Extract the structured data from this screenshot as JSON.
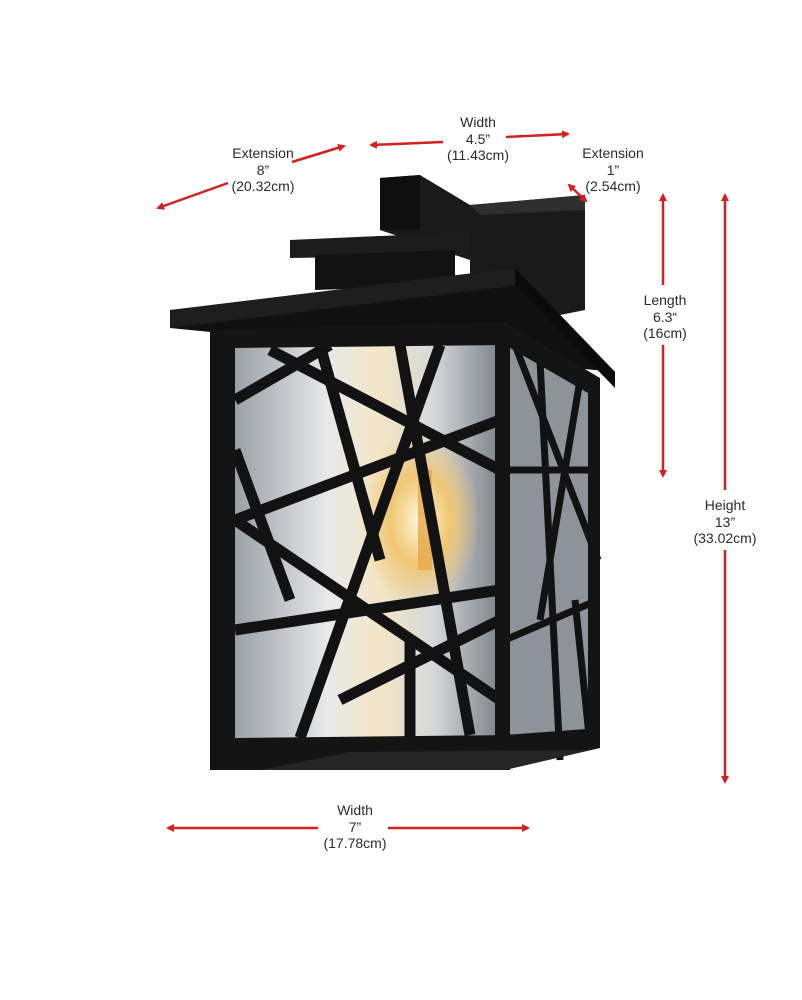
{
  "colors": {
    "arrow": "#d42020",
    "fixture": "#141414",
    "text": "#2a2a2a"
  },
  "dimensions": {
    "extension_long": {
      "title": "Extension",
      "inches": "8”",
      "cm": "(20.32cm)"
    },
    "width_top": {
      "title": "Width",
      "inches": "4.5”",
      "cm": "(11.43cm)"
    },
    "extension_short": {
      "title": "Extension",
      "inches": "1”",
      "cm": "(2.54cm)"
    },
    "length": {
      "title": "Length",
      "inches": "6.3“",
      "cm": "(16cm)"
    },
    "height": {
      "title": "Height",
      "inches": "13”",
      "cm": "(33.02cm)"
    },
    "width_bottom": {
      "title": "Width",
      "inches": "7”",
      "cm": "(17.78cm)"
    }
  }
}
